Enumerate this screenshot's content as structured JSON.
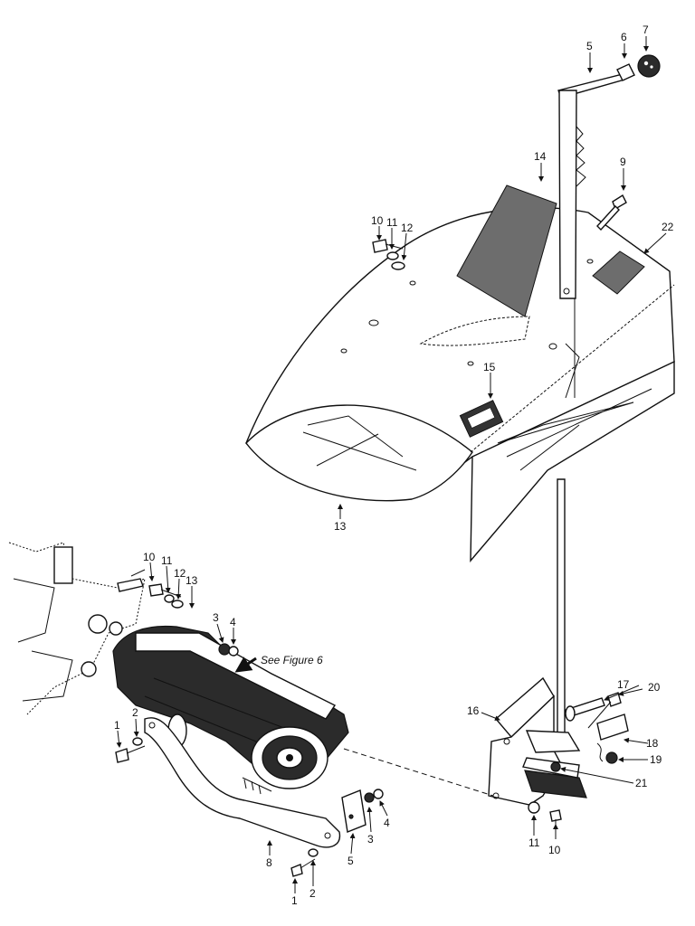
{
  "figure": {
    "note": "See Figure 6",
    "callouts": [
      "1",
      "2",
      "3",
      "4",
      "5",
      "6",
      "7",
      "8",
      "9",
      "10",
      "11",
      "12",
      "13",
      "14",
      "15",
      "16",
      "17",
      "18",
      "19",
      "20",
      "21",
      "22"
    ]
  }
}
